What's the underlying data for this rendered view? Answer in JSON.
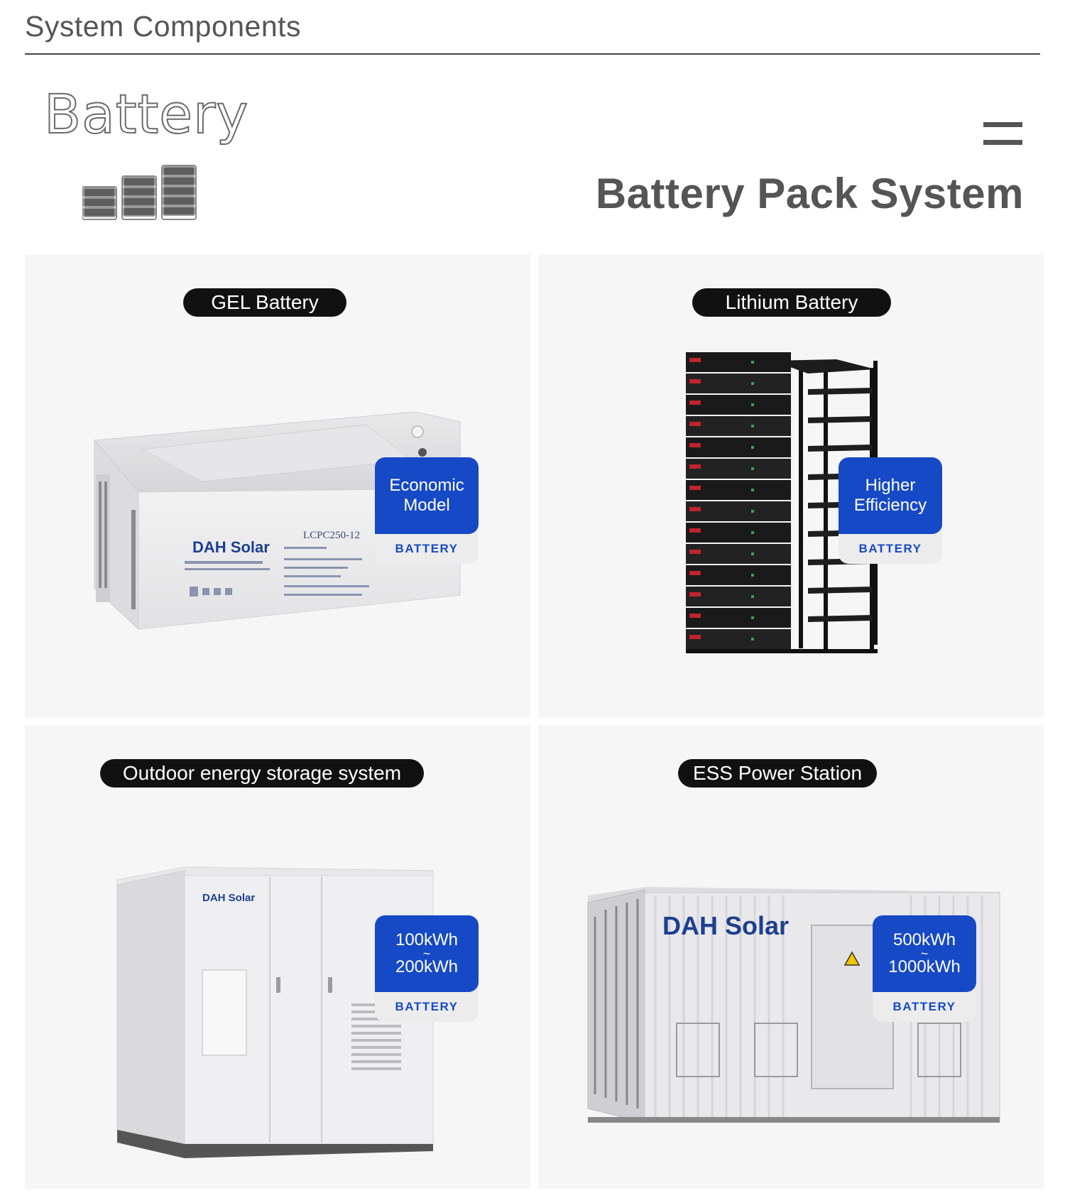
{
  "header": {
    "section_title": "System Components",
    "outline_word": "Battery",
    "subtitle": "Battery Pack System"
  },
  "icons": {
    "battery_stack": "battery-stack-icon",
    "menu": "equals-menu-icon"
  },
  "colors": {
    "badge_blue": "#1649c5",
    "pill_black": "#111111",
    "card_bg": "#f6f6f6"
  },
  "cards": [
    {
      "label": "GEL Battery",
      "badge_line1": "Economic",
      "badge_line2": "Model",
      "badge_tag": "BATTERY",
      "product_brand": "DAH Solar",
      "product_model": "LCPC250-12"
    },
    {
      "label": "Lithium Battery",
      "badge_line1": "Higher",
      "badge_line2": "Efficiency",
      "badge_tag": "BATTERY"
    },
    {
      "label": "Outdoor energy storage system",
      "badge_line1": "100kWh",
      "badge_tilde": "~",
      "badge_line2": "200kWh",
      "badge_tag": "BATTERY",
      "product_brand": "DAH Solar"
    },
    {
      "label": "ESS Power Station",
      "badge_line1": "500kWh",
      "badge_tilde": "~",
      "badge_line2": "1000kWh",
      "badge_tag": "BATTERY",
      "product_brand": "DAH Solar"
    }
  ]
}
